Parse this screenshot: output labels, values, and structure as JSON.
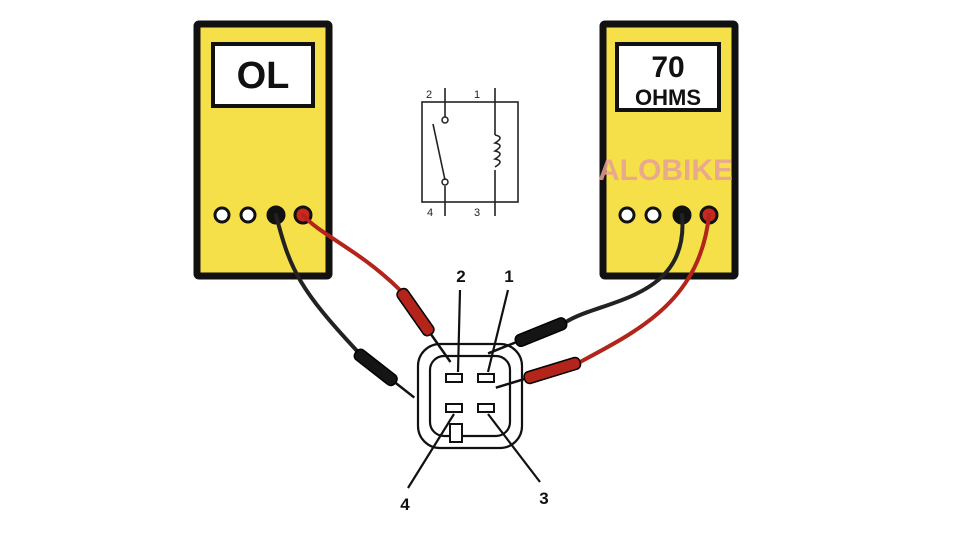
{
  "left_meter": {
    "display": "OL"
  },
  "right_meter": {
    "display_value": "70",
    "display_unit": "OHMS"
  },
  "schematic": {
    "pin_labels": [
      "2",
      "1",
      "4",
      "3"
    ]
  },
  "connector": {
    "pin_labels": [
      "2",
      "1",
      "4",
      "3"
    ]
  },
  "watermark": {
    "text": "ALOBIKE"
  },
  "colors": {
    "meter_yellow": "#f5e04a",
    "wire_red": "#b3241a",
    "wire_black": "#222222"
  }
}
